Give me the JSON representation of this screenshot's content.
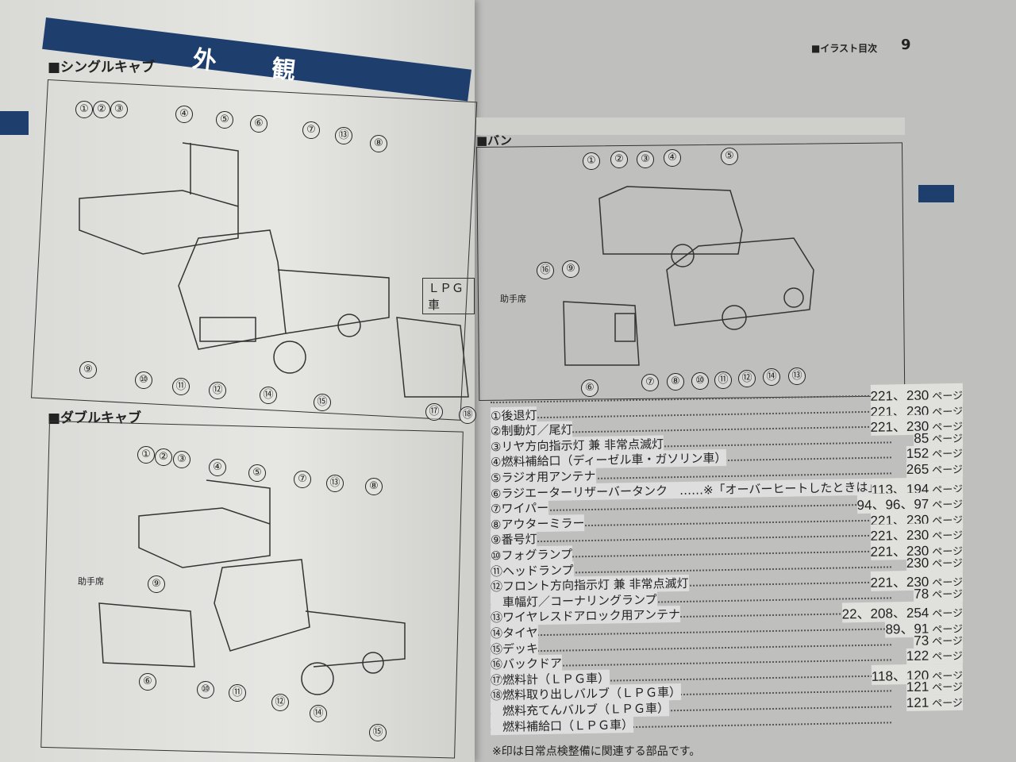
{
  "left_page": {
    "header_title": "外 観",
    "single_cab": {
      "title": "■シングルキャブ",
      "callouts": [
        "1",
        "2",
        "3",
        "4",
        "5",
        "6",
        "7",
        "13",
        "8",
        "9",
        "10",
        "11",
        "12",
        "14",
        "15",
        "17",
        "18"
      ],
      "lpg_label": "ＬＰＧ車"
    },
    "double_cab": {
      "title": "■ダブルキャブ",
      "passenger_label": "助手席",
      "callouts": [
        "1",
        "2",
        "3",
        "4",
        "5",
        "7",
        "13",
        "8",
        "9",
        "6",
        "10",
        "11",
        "12",
        "14",
        "15"
      ]
    }
  },
  "right_page": {
    "section": "■イラスト目次",
    "page_number": "9",
    "van": {
      "title": "■バン",
      "passenger_label": "助手席",
      "callouts": [
        "1",
        "2",
        "3",
        "4",
        "5",
        "16",
        "9",
        "6",
        "7",
        "8",
        "10",
        "11",
        "12",
        "14",
        "13"
      ]
    },
    "unit": "ページ",
    "index": [
      {
        "label": "",
        "pages": "221、230"
      },
      {
        "label": "①後退灯",
        "pages": "221、230"
      },
      {
        "label": "②制動灯／尾灯",
        "pages": "221、230"
      },
      {
        "label": "③リヤ方向指示灯 兼 非常点滅灯",
        "pages": "85"
      },
      {
        "label": "④燃料補給口（ディーゼル車・ガソリン車）",
        "pages": "152"
      },
      {
        "label": "⑤ラジオ用アンテナ",
        "pages": "265"
      },
      {
        "label": "⑥ラジエーターリザーバータンク　……※「オーバーヒートしたときは」",
        "pages": "113、194"
      },
      {
        "label": "⑦ワイパー",
        "pages": "94、96、97"
      },
      {
        "label": "⑧アウターミラー",
        "pages": "221、230"
      },
      {
        "label": "⑨番号灯",
        "pages": "221、230"
      },
      {
        "label": "⑩フォグランプ",
        "pages": "221、230"
      },
      {
        "label": "⑪ヘッドランプ",
        "pages": "230"
      },
      {
        "label": "⑫フロント方向指示灯 兼 非常点滅灯",
        "pages": "221、230"
      },
      {
        "label": "　車幅灯／コーナリングランプ",
        "pages": "78"
      },
      {
        "label": "⑬ワイヤレスドアロック用アンテナ",
        "pages": "22、208、254"
      },
      {
        "label": "⑭タイヤ",
        "pages": "89、91"
      },
      {
        "label": "⑮デッキ",
        "pages": "73"
      },
      {
        "label": "⑯バックドア",
        "pages": "122"
      },
      {
        "label": "⑰燃料計（ＬＰＧ車）",
        "pages": "118、120"
      },
      {
        "label": "⑱燃料取り出しバルブ（ＬＰＧ車）",
        "pages": "121"
      },
      {
        "label": "　燃料充てんバルブ（ＬＰＧ車）",
        "pages": "121"
      },
      {
        "label": "　燃料補給口（ＬＰＧ車）",
        "pages": ""
      }
    ],
    "footnote": "※印は日常点検整備に関連する部品です。"
  }
}
